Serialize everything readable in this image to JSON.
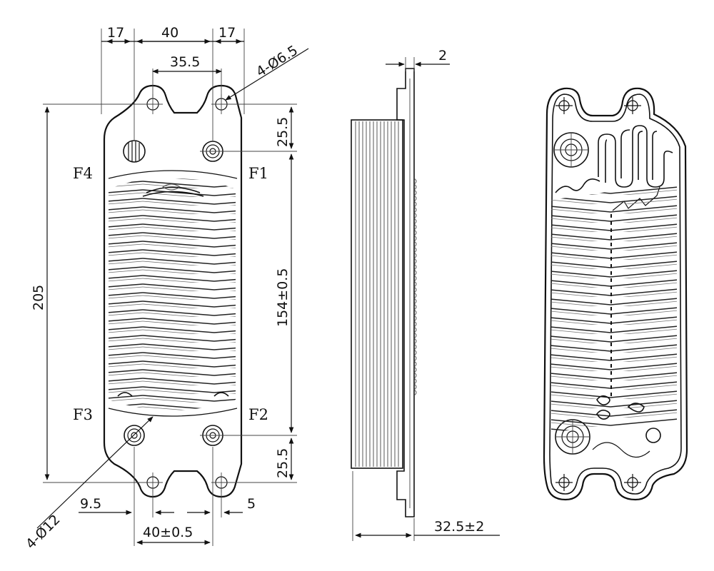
{
  "front_view": {
    "dims": {
      "top_left": "17",
      "top_center": "40",
      "top_right": "17",
      "top_inner": "35.5",
      "hole_small": "4-Ø6.5",
      "top_offset": "25.5",
      "overall_height": "205",
      "port_spacing": "154±0.5",
      "bottom_offset": "25.5",
      "hole_large": "4-Ø12",
      "bottom_left": "9.5",
      "bottom_right": "5",
      "bottom_center": "40±0.5"
    },
    "ports": {
      "f1": "F1",
      "f2": "F2",
      "f3": "F3",
      "f4": "F4"
    }
  },
  "side_view": {
    "dims": {
      "plate_thickness": "2",
      "depth": "32.5±2"
    }
  }
}
